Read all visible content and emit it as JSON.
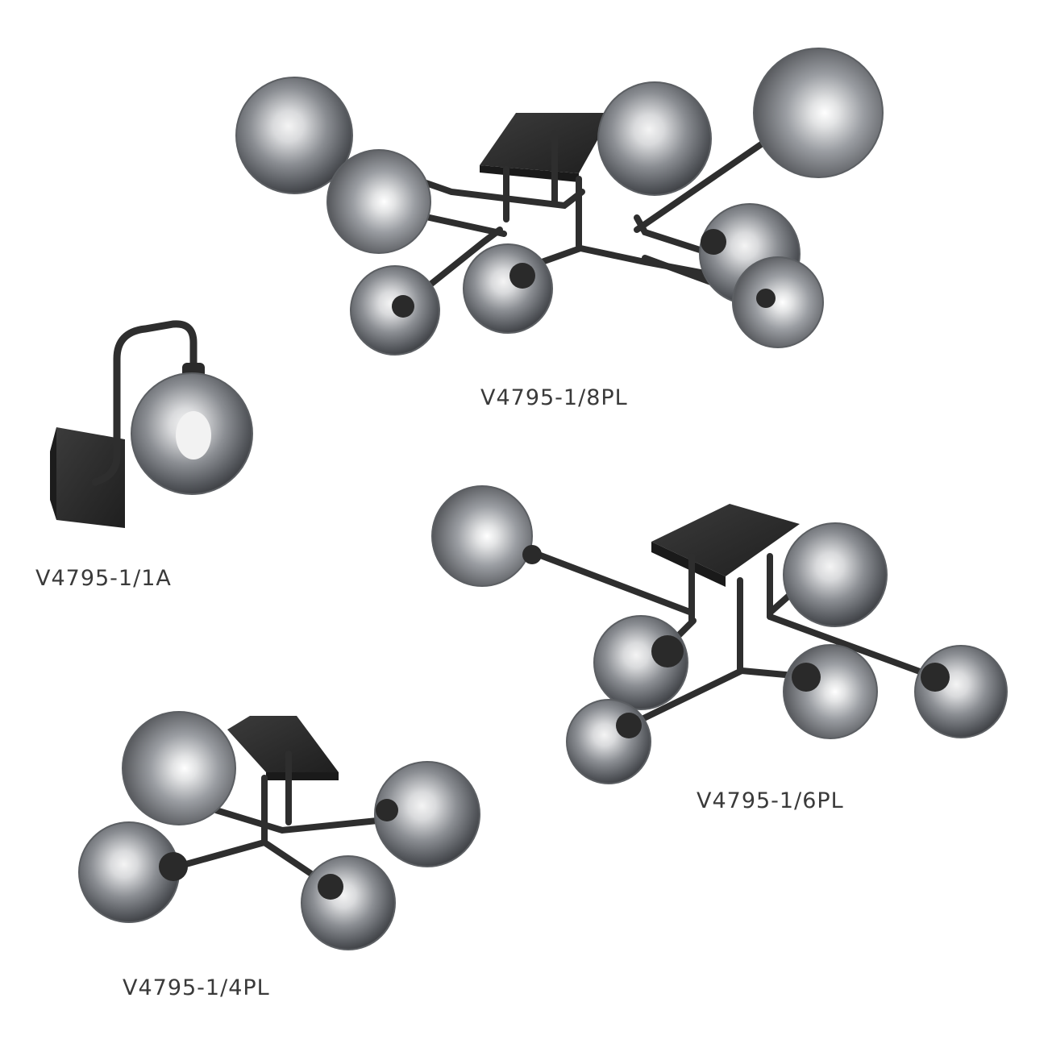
{
  "products": [
    {
      "id": "ceiling-8-lamp",
      "label": "V4795-1/8PL"
    },
    {
      "id": "wall-sconce",
      "label": "V4795-1/1A"
    },
    {
      "id": "ceiling-6-lamp",
      "label": "V4795-1/6PL"
    },
    {
      "id": "ceiling-4-lamp",
      "label": "V4795-1/4PL"
    }
  ],
  "colors": {
    "background": "#ffffff",
    "metal": "#2e2e2e",
    "glass_dark": "#4a4d52",
    "glass_light": "#c9ccd0",
    "label": "#3a3a3a"
  }
}
